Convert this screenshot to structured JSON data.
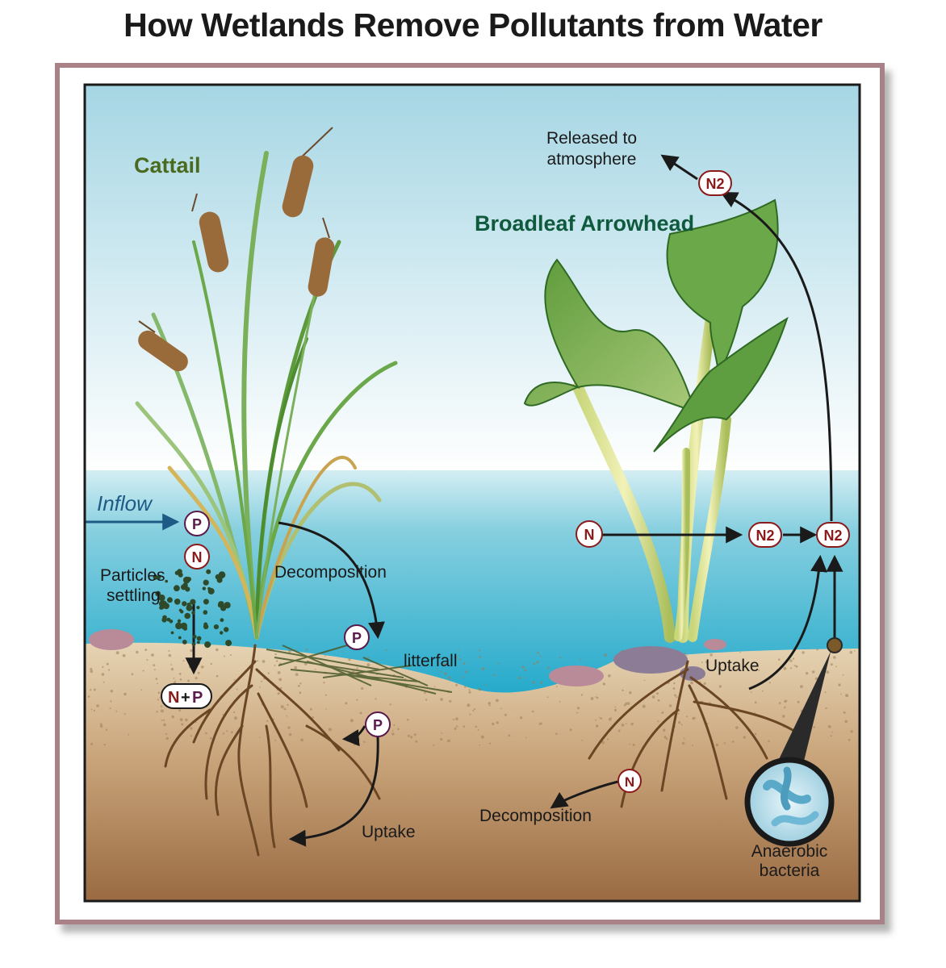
{
  "title": "How Wetlands Remove Pollutants from Water",
  "plants": {
    "cattail": "Cattail",
    "arrowhead": "Broadleaf Arrowhead"
  },
  "labels": {
    "inflow": "Inflow",
    "particles_line1": "Particles",
    "particles_line2": "settling",
    "decomposition_top": "Decomposition",
    "litterfall": "litterfall",
    "uptake_left": "Uptake",
    "released_line1": "Released to",
    "released_line2": "atmosphere",
    "uptake_right": "Uptake",
    "decomposition_bottom": "Decomposition",
    "bacteria_line1": "Anaerobic",
    "bacteria_line2": "bacteria"
  },
  "nutrients": {
    "p": "P",
    "n": "N",
    "n_plus": "N",
    "plus": "+",
    "p_plus": "P",
    "n2": "N2"
  },
  "colors": {
    "frame": "#a98288",
    "cattail_label": "#4a6b1e",
    "arrowhead_label": "#0f5a3c",
    "inflow": "#1d5a85",
    "n_letter": "#8b1a1a",
    "p_letter": "#5a1a4a",
    "sky_top": "#a9d8e6",
    "water": "#4fb6cf",
    "soil": "#b99a72"
  }
}
